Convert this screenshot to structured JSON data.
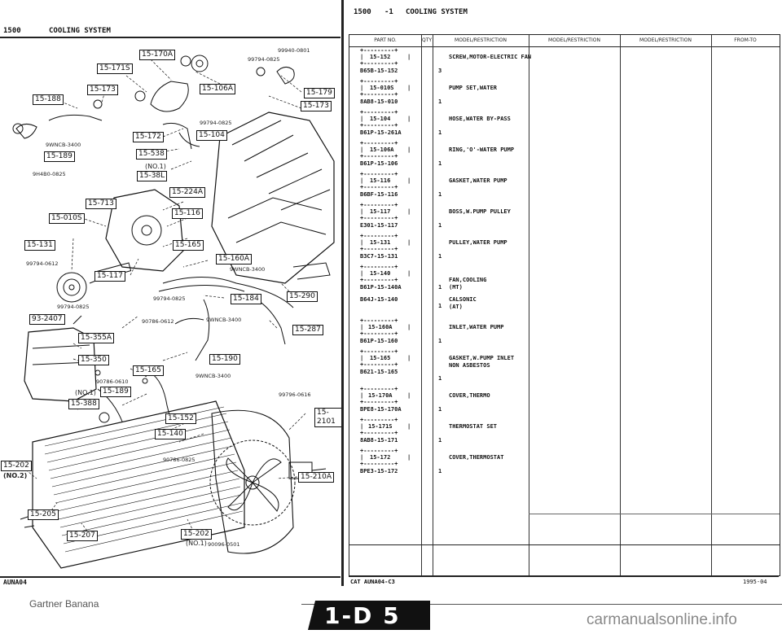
{
  "left_page": {
    "header_code": "1500",
    "header_title": "COOLING SYSTEM",
    "footer_code": "AUNA04",
    "callouts": [
      "15-170A",
      "15-171S",
      "15-173",
      "15-188",
      "15-106A",
      "15-179",
      "15-173",
      "15-172",
      "15-104",
      "15-189",
      "15-538",
      "(NO.1)",
      "15-38L",
      "15-713",
      "15-224A",
      "15-010S",
      "15-116",
      "15-131",
      "15-165",
      "15-160A",
      "15-117",
      "15-184",
      "15-290",
      "93-2407",
      "15-287",
      "15-355A",
      "15-350",
      "15-190",
      "15-165",
      "(NO.1)",
      "15-189",
      "15-388",
      "15-152",
      "15-2101",
      "15-140",
      "15-202",
      "(NO.2)",
      "15-210A",
      "15-205",
      "15-207",
      "15-202",
      "(NO.1)"
    ],
    "part_numbers": [
      "99940-0801",
      "99794-0825",
      "99794-0825",
      "9WNCB-3400",
      "9H4B0-0825",
      "99794-0612",
      "99794-0825",
      "9WNCB-3400",
      "99794-0825",
      "90786-0612",
      "9WNCB-3400",
      "9WNCB-3400",
      "90786-0610",
      "99796-0616",
      "90786-0825",
      "90096-0501"
    ]
  },
  "right_page": {
    "header_code": "1500",
    "header_dash": "-1",
    "header_title": "COOLING SYSTEM",
    "columns": [
      "PART NO.",
      "QTY",
      "MODEL/RESTRICTION",
      "MODEL/RESTRICTION",
      "MODEL/RESTRICTION",
      "FROM-TO"
    ],
    "rows": [
      {
        "ref": "15-152",
        "part_no": "B65B-15-152",
        "qty": "3",
        "desc": "SCREW,MOTOR-ELECTRIC FAN"
      },
      {
        "ref": "15-010S",
        "part_no": "8AB8-15-010",
        "qty": "1",
        "desc": "PUMP SET,WATER"
      },
      {
        "ref": "15-104",
        "part_no": "B61P-15-261A",
        "qty": "1",
        "desc": "HOSE,WATER BY-PASS"
      },
      {
        "ref": "15-106A",
        "part_no": "B61P-15-106",
        "qty": "1",
        "desc": "RING,'O'-WATER PUMP"
      },
      {
        "ref": "15-116",
        "part_no": "B6BF-15-116",
        "qty": "1",
        "desc": "GASKET,WATER PUMP"
      },
      {
        "ref": "15-117",
        "part_no": "E301-15-117",
        "qty": "1",
        "desc": "BOSS,W.PUMP PULLEY"
      },
      {
        "ref": "15-131",
        "part_no": "B3C7-15-131",
        "qty": "1",
        "desc": "PULLEY,WATER PUMP"
      },
      {
        "ref": "15-140",
        "part_no": "B61P-15-140A",
        "qty": "1",
        "desc": "FAN,COOLING\n(MT)"
      },
      {
        "ref": "",
        "part_no": "B64J-15-140",
        "qty": "1",
        "desc": "CALSONIC\n(AT)"
      },
      {
        "ref": "15-160A",
        "part_no": "B61P-15-160",
        "qty": "1",
        "desc": "INLET,WATER PUMP"
      },
      {
        "ref": "15-165",
        "part_no": "B621-15-165",
        "qty": "1",
        "desc": "GASKET,W.PUMP INLET\nNON ASBESTOS"
      },
      {
        "ref": "15-170A",
        "part_no": "BPE8-15-170A",
        "qty": "1",
        "desc": "COVER,THERMO"
      },
      {
        "ref": "15-171S",
        "part_no": "8AB8-15-171",
        "qty": "1",
        "desc": "THERMOSTAT SET"
      },
      {
        "ref": "15-172",
        "part_no": "BPE3-15-172",
        "qty": "1",
        "desc": "COVER,THERMOSTAT"
      }
    ],
    "footer_cat": "CAT AUNA04-C3",
    "footer_date": "1995-04"
  },
  "page_tab": "1-D 5",
  "watermark_left": "Gartner Banana",
  "watermark_right": "carmanualsonline.info"
}
